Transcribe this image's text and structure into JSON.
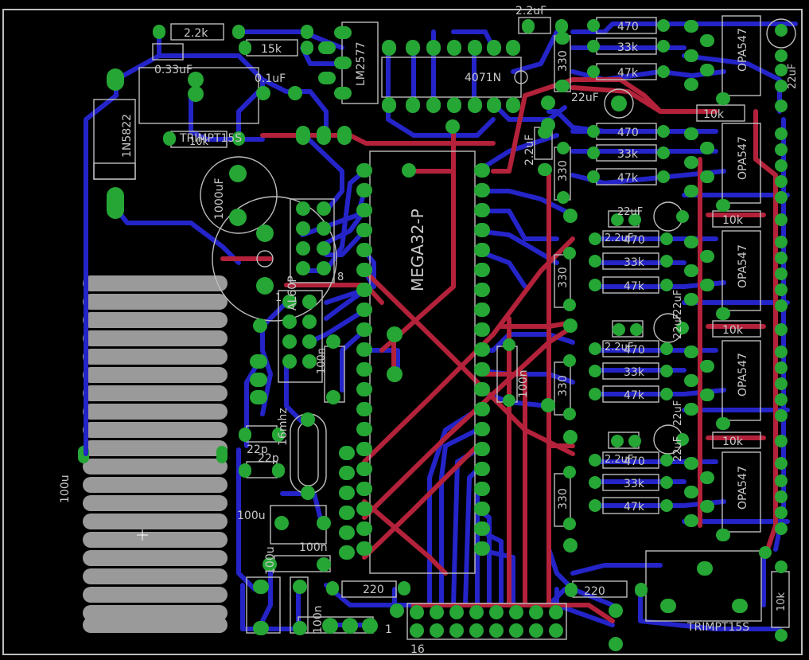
{
  "colors": {
    "background": "#000000",
    "bottom_trace": "#2424c8",
    "top_trace": "#b3223a",
    "pad": "#25a635",
    "silkscreen": "#bdbdbd",
    "coil": "#9a9a9a"
  },
  "labels": {
    "r_2k2": "2.2k",
    "r_15k": "15k",
    "c_033": "0.33uF",
    "c_01": "0.1uF",
    "lm2577": "LM2577",
    "cd4071": "4071N",
    "diode": "1N5822",
    "trimpot_top": "TRIMPT15S",
    "trimpot_10k": "10k",
    "cap_1000": "1000uF",
    "c_22uf_top": "2.2uF",
    "c_22uf_mid": "2.2uF",
    "c_22uf_side": "22uF",
    "r_330_a": "330",
    "r_330_b": "330",
    "r_330_c": "330",
    "r_330_d": "330",
    "r_330_e": "330",
    "mcu": "MEGA32-P",
    "header_pins": "AL60P",
    "header_8": "8",
    "header_1": "1",
    "crystal": "16mhz",
    "c_22p_a": "22p",
    "c_22p_b": "22p",
    "c_100n_a": "100n",
    "c_100n_b": "100n",
    "c_100n_c": "100n",
    "c_100n_d": "100n",
    "c_100u_a": "100u",
    "c_100u_b": "100u",
    "inductor": "100u",
    "r_220_a": "220",
    "r_220_b": "220",
    "conn_1": "1",
    "conn_16": "16",
    "trimpot_bottom": "TRIMPT15S",
    "r_10k_bottom": "10k",
    "opamp_1": "OPA547",
    "opamp_2": "OPA547",
    "opamp_3": "OPA547",
    "opamp_4": "OPA547",
    "opamp_5": "OPA547",
    "r_470_1": "470",
    "r_470_2": "470",
    "r_470_3": "470",
    "r_470_4": "470",
    "r_470_5": "470",
    "r_33k_1": "33k",
    "r_33k_2": "33k",
    "r_33k_3": "33k",
    "r_33k_4": "33k",
    "r_33k_5": "33k",
    "r_47k_1": "47k",
    "r_47k_2": "47k",
    "r_47k_3": "47k",
    "r_47k_4": "47k",
    "r_47k_5": "47k",
    "r_10k_1": "10k",
    "r_10k_2": "10k",
    "r_10k_3": "10k",
    "r_10k_4": "10k",
    "c_22uf_1": "22uF",
    "c_22uf_2": "22uF",
    "c_22uf_3": "22uF",
    "c_22uf_4": "22uF",
    "c_22uf_5": "22uF",
    "c_22uf_6": "22uF",
    "c_2u2_1": "2.2uF",
    "c_2u2_2": "2.2uF",
    "c_2u2_3": "2.2uF"
  }
}
